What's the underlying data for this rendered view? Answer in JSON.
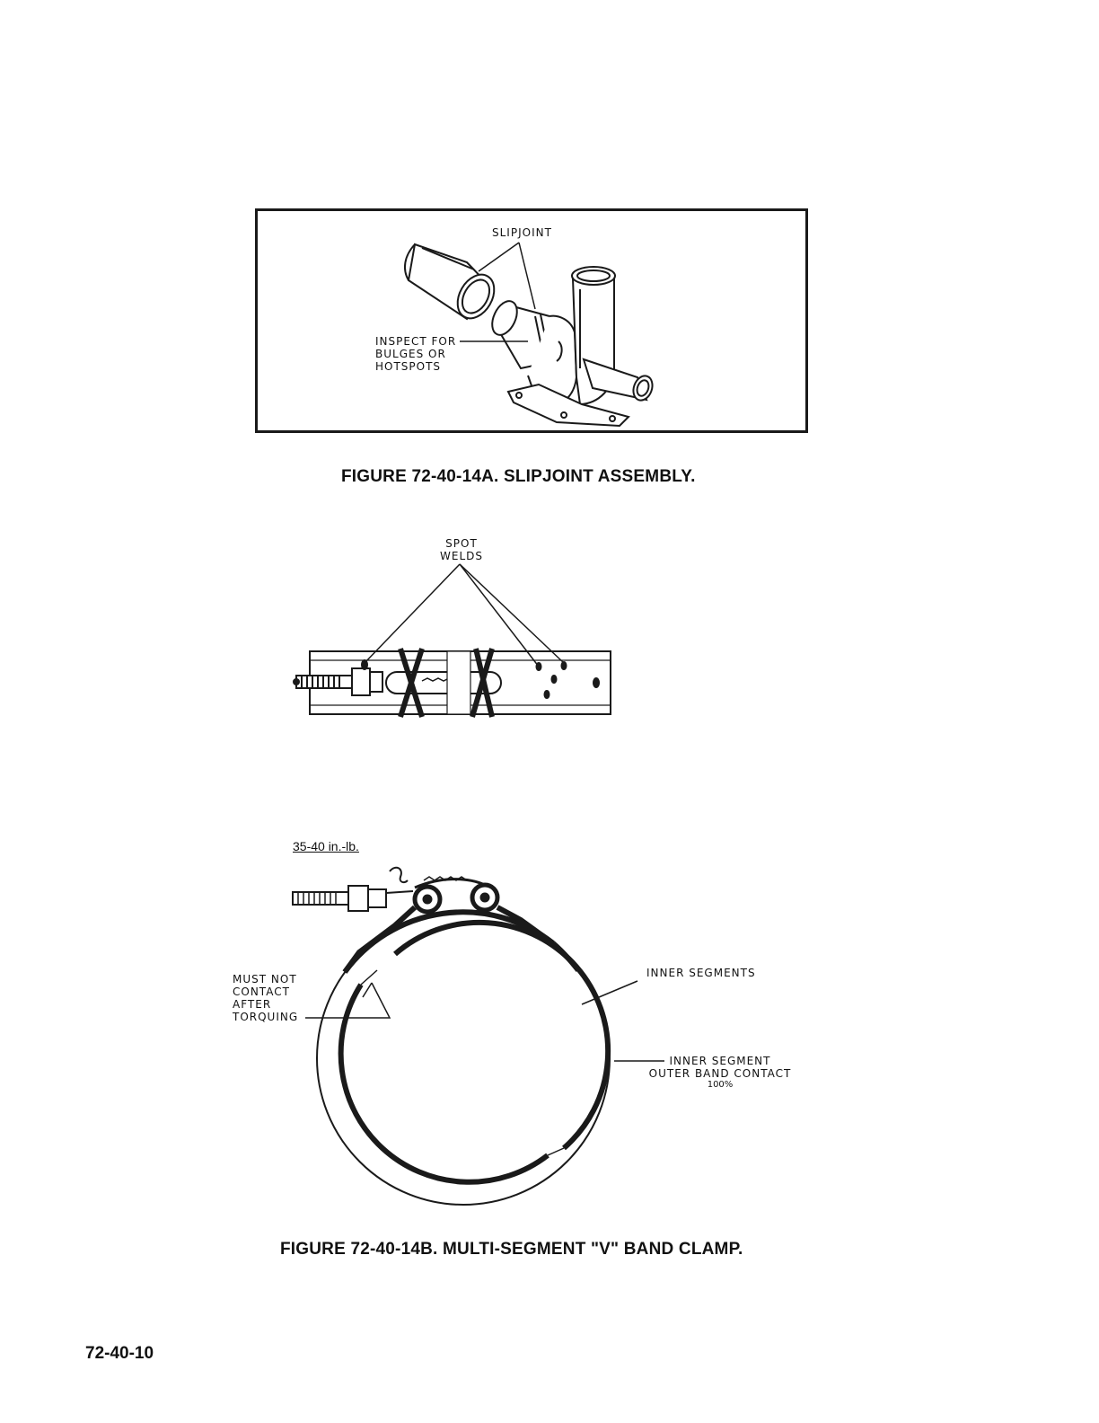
{
  "figure_a": {
    "label_slipjoint": "SLIPJOINT",
    "label_inspect": "INSPECT FOR\nBULGES OR\nHOTSPOTS",
    "caption": "FIGURE 72-40-14A. SLIPJOINT ASSEMBLY."
  },
  "figure_b": {
    "label_spot_welds": "SPOT\nWELDS",
    "label_torque": "35-40 in.-lb.",
    "label_must_not_contact": "MUST NOT\nCONTACT\nAFTER\nTORQUING",
    "label_inner_segments": "INNER SEGMENTS",
    "label_inner_segment_contact": "INNER SEGMENT\nOUTER BAND CONTACT",
    "label_contact_percent": "100%",
    "caption": "FIGURE 72-40-14B. MULTI-SEGMENT \"V\" BAND CLAMP."
  },
  "page_number": "72-40-10"
}
